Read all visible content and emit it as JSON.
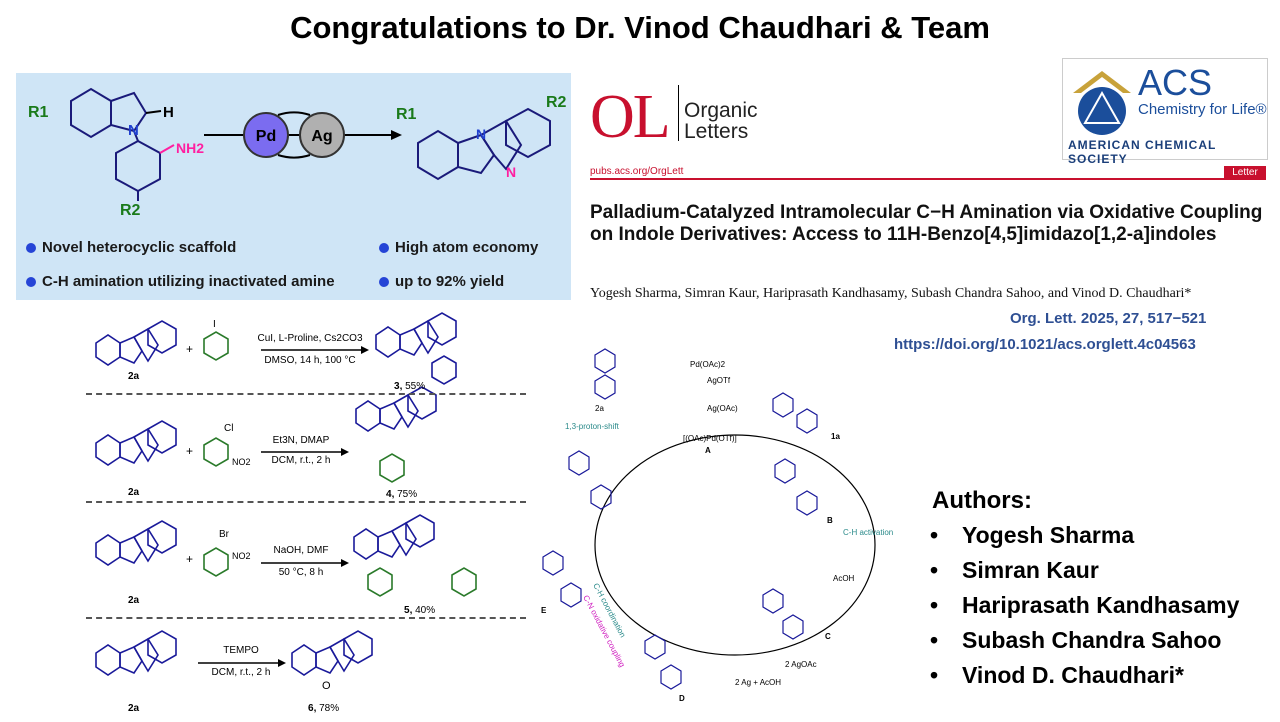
{
  "headline": "Congratulations to Dr. Vinod Chaudhari & Team",
  "graphical_abstract": {
    "r1": "R1",
    "r2": "R2",
    "h": "H",
    "nh2": "NH2",
    "n1": "N",
    "n2": "N",
    "n3": "N",
    "pd": "Pd",
    "ag": "Ag",
    "bullets": [
      "Novel heterocyclic scaffold",
      "High atom economy",
      "C-H amination utilizing inactivated amine",
      "up to 92% yield"
    ]
  },
  "scheme": {
    "rows": [
      {
        "reagent_top": "CuI, L-Proline, Cs2CO3",
        "reagent_bottom": "DMSO, 14 h, 100 °C",
        "start": "2a",
        "product": "3",
        "yield": "55%",
        "extra": "I"
      },
      {
        "reagent_top": "Et3N, DMAP",
        "reagent_bottom": "DCM, r.t., 2 h",
        "start": "2a",
        "product": "4",
        "yield": "75%",
        "extra": "Cl",
        "extra2": "NO2"
      },
      {
        "reagent_top": "NaOH, DMF",
        "reagent_bottom": "50 °C, 8 h",
        "start": "2a",
        "product": "5",
        "yield": "40%",
        "extra": "Br",
        "extra2": "NO2"
      },
      {
        "reagent_top": "TEMPO",
        "reagent_bottom": "DCM, r.t., 2 h",
        "start": "2a",
        "product": "6",
        "yield": "78%",
        "extra": "O"
      }
    ]
  },
  "journal": {
    "logo": "OL",
    "name_line1": "Organic",
    "name_line2": "Letters",
    "publisher_abbr": "ACS",
    "publisher_tagline": "Chemistry for Life®",
    "publisher_full": "AMERICAN CHEMICAL SOCIETY",
    "url": "pubs.acs.org/OrgLett",
    "article_type": "Letter"
  },
  "article": {
    "title": "Palladium-Catalyzed Intramolecular C−H Amination via Oxidative Coupling on Indole Derivatives: Access to 11H-Benzo[4,5]imidazo[1,2-a]indoles",
    "authors": "Yogesh Sharma, Simran Kaur, Hariprasath Kandhasamy, Subash Chandra Sahoo, and Vinod D. Chaudhari*",
    "citation": "Org. Lett. 2025, 27, 517−521",
    "doi": "https://doi.org/10.1021/acs.orglett.4c04563"
  },
  "authors_section": {
    "heading": "Authors:",
    "names": [
      "Yogesh Sharma",
      "Simran Kaur",
      "Hariprasath Kandhasamy",
      "Subash Chandra Sahoo",
      "Vinod D. Chaudhari*"
    ]
  },
  "mechanism": {
    "pd_oac2": "Pd(OAc)2",
    "agotf": "AgOTf",
    "ag_oac": "Ag(OAc)",
    "complex_a": "[(OAc)Pd(OTf)]",
    "label_a": "A",
    "label_1a": "1a",
    "label_2a": "2a",
    "label_b": "B",
    "label_c": "C",
    "label_d": "D",
    "label_e": "E",
    "proton_shift": "1,3-proton-shift",
    "ch_activation": "C-H activation",
    "acoh": "AcOH",
    "ch_coordination": "C-H coordination",
    "cn_coupling": "C-N oxidative coupling",
    "agoac_in": "2 AgOAc",
    "ag_out": "2 Ag + AcOH"
  }
}
